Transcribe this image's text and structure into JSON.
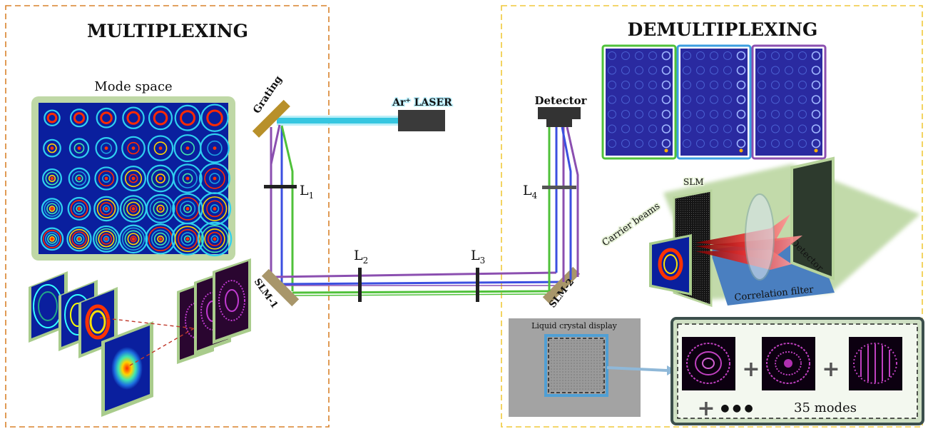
{
  "titles": {
    "multiplexing": "MULTIPLEXING",
    "demultiplexing": "DEMULTIPLEXING"
  },
  "labels": {
    "mode_space": "Mode space",
    "grating": "Grating",
    "laser": "Ar⁺ LASER",
    "detector_top": "Detector",
    "l1": "L",
    "l1_sub": "1",
    "l2": "L",
    "l2_sub": "2",
    "l3": "L",
    "l3_sub": "3",
    "l4": "L",
    "l4_sub": "4",
    "slm1": "SLM-1",
    "slm2": "SLM-2",
    "slm_inset": "SLM",
    "carrier_beams": "Carrier beams",
    "detector_inset": "Detector",
    "correlation_filter": "Correlation filter",
    "lcd": "Liquid crystal display",
    "modes_count": "35 modes",
    "plus": "+",
    "dots": "● ● ●"
  },
  "colors": {
    "multiplexing_border": "#d9822b",
    "demultiplexing_border": "#f0c93a",
    "laser_beam": "#36c6e0",
    "beam_green": "#4fc13a",
    "beam_blue": "#3b4fe0",
    "beam_purple": "#8b4fb0",
    "optic_gold": "#b8902a",
    "mode_bg": "#0a1f9e",
    "glow": "#a9cc8c"
  },
  "mode_grid": {
    "rows": 5,
    "cols": 7
  }
}
